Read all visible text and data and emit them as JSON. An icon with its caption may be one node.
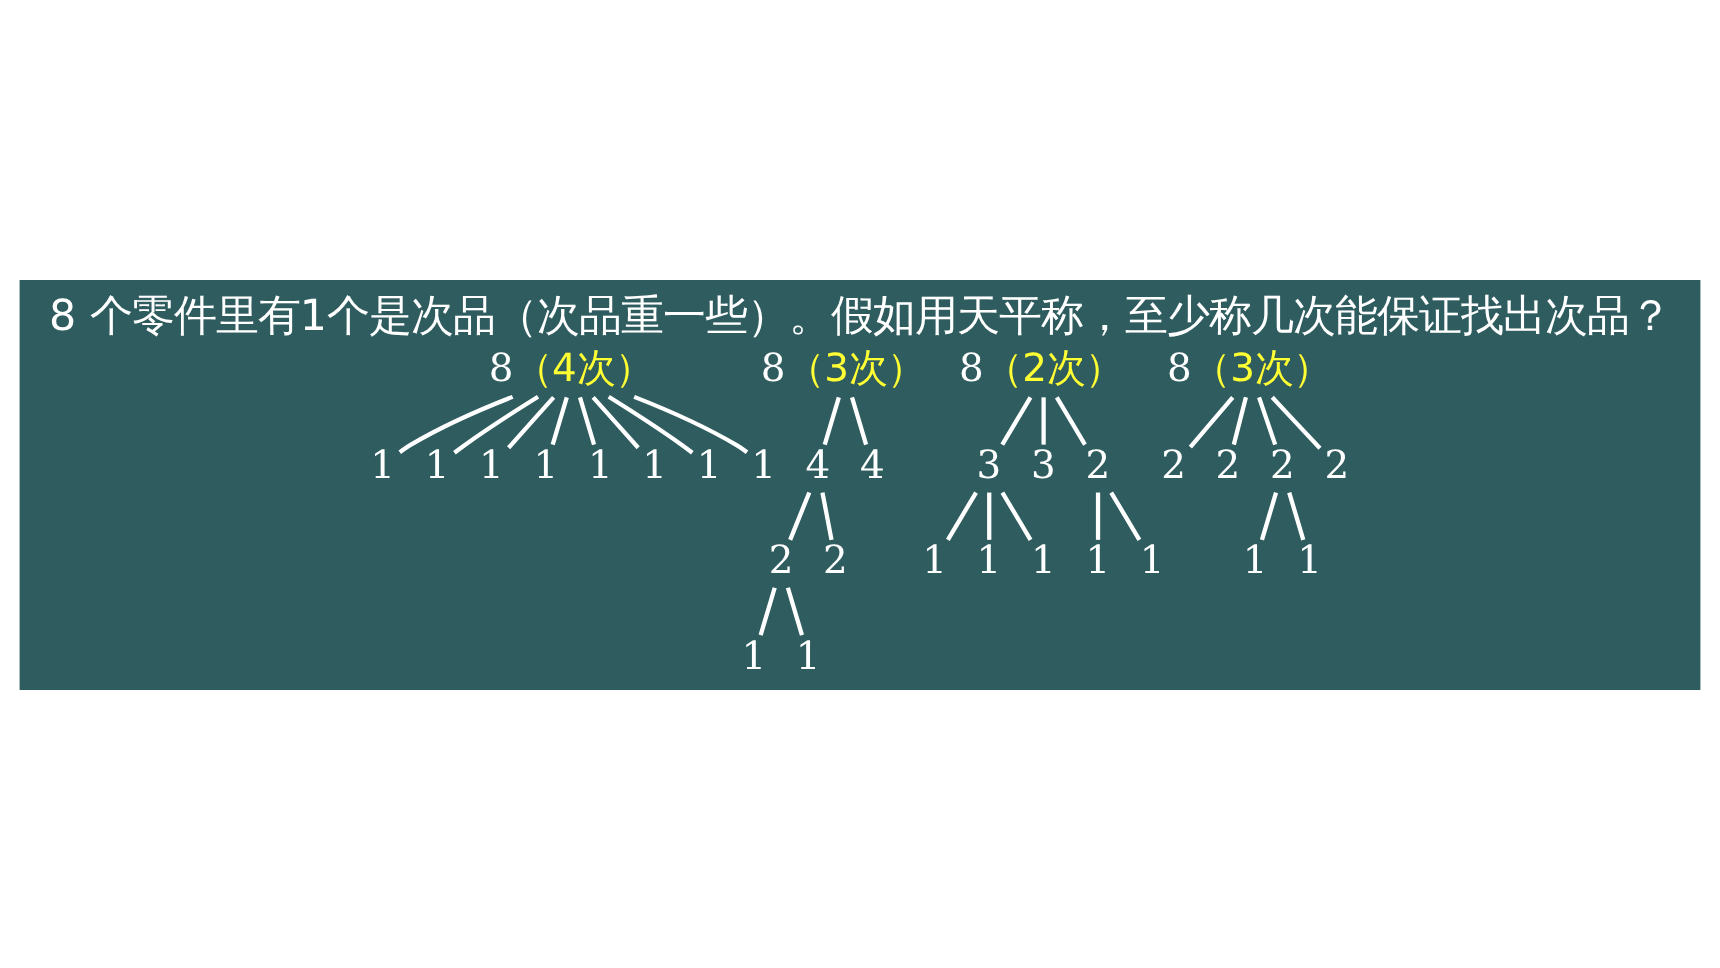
{
  "diagram": {
    "title": "8 个零件里有1个是次品（次品重一些）。假如用天平称，至少称几次能保证找出次品？",
    "nodes": [
      {
        "text": [
          "8"
        ],
        "beside": [
          "（4次）"
        ]
      },
      {
        "text": [
          "1"
        ]
      },
      {
        "text": [
          "1"
        ]
      },
      {
        "text": [
          "1"
        ]
      },
      {
        "text": [
          "1"
        ]
      },
      {
        "text": [
          "1"
        ]
      },
      {
        "text": [
          "1"
        ]
      },
      {
        "text": [
          "1"
        ]
      },
      {
        "text": [
          "1"
        ]
      },
      {
        "text": [
          "8"
        ],
        "beside": [
          "（3次）"
        ]
      },
      {
        "text": [
          "4"
        ]
      },
      {
        "text": [
          "4"
        ]
      },
      {
        "text": [
          "2"
        ]
      },
      {
        "text": [
          "2"
        ]
      },
      {
        "text": [
          "1"
        ]
      },
      {
        "text": [
          "1"
        ]
      },
      {
        "text": [
          "8"
        ],
        "beside": [
          "（2次）"
        ]
      },
      {
        "text": [
          "3"
        ]
      },
      {
        "text": [
          "3"
        ]
      },
      {
        "text": [
          "2"
        ]
      },
      {
        "text": [
          "1"
        ]
      },
      {
        "text": [
          "1"
        ]
      },
      {
        "text": [
          "1"
        ]
      },
      {
        "text": [
          "1"
        ]
      },
      {
        "text": [
          "1"
        ]
      },
      {
        "text": [
          "8"
        ],
        "beside": [
          "（3次）"
        ]
      },
      {
        "text": [
          "2"
        ]
      },
      {
        "text": [
          "2"
        ]
      },
      {
        "text": [
          "2"
        ]
      },
      {
        "text": [
          "2"
        ]
      },
      {
        "text": [
          "1"
        ]
      },
      {
        "text": [
          "1"
        ]
      }
    ],
    "edges": [
      {
        "from": 0,
        "to": 1,
        "arrow": "none"
      },
      {
        "from": 0,
        "to": 2,
        "arrow": "none"
      },
      {
        "from": 0,
        "to": 3,
        "arrow": "none"
      },
      {
        "from": 0,
        "to": 4,
        "arrow": "none"
      },
      {
        "from": 0,
        "to": 5,
        "arrow": "none"
      },
      {
        "from": 0,
        "to": 6,
        "arrow": "none"
      },
      {
        "from": 0,
        "to": 7,
        "arrow": "none"
      },
      {
        "from": 0,
        "to": 8,
        "arrow": "none"
      },
      {
        "from": 9,
        "to": 10,
        "arrow": "none"
      },
      {
        "from": 9,
        "to": 11,
        "arrow": "none"
      },
      {
        "from": 10,
        "to": 12,
        "arrow": "none"
      },
      {
        "from": 10,
        "to": 13,
        "arrow": "none"
      },
      {
        "from": 12,
        "to": 14,
        "arrow": "none"
      },
      {
        "from": 12,
        "to": 15,
        "arrow": "none"
      },
      {
        "from": 16,
        "to": 17,
        "arrow": "none"
      },
      {
        "from": 16,
        "to": 18,
        "arrow": "none"
      },
      {
        "from": 16,
        "to": 19,
        "arrow": "none"
      },
      {
        "from": 17,
        "to": 20,
        "arrow": "none"
      },
      {
        "from": 17,
        "to": 21,
        "arrow": "none"
      },
      {
        "from": 17,
        "to": 22,
        "arrow": "none"
      },
      {
        "from": 19,
        "to": 23,
        "arrow": "none"
      },
      {
        "from": 19,
        "to": 24,
        "arrow": "none"
      },
      {
        "from": 25,
        "to": 26,
        "arrow": "none"
      },
      {
        "from": 25,
        "to": 27,
        "arrow": "none"
      },
      {
        "from": 25,
        "to": 28,
        "arrow": "none"
      },
      {
        "from": 25,
        "to": 29,
        "arrow": "none"
      },
      {
        "from": 28,
        "to": 30,
        "arrow": "none"
      },
      {
        "from": 28,
        "to": 31,
        "arrow": "none"
      }
    ]
  }
}
